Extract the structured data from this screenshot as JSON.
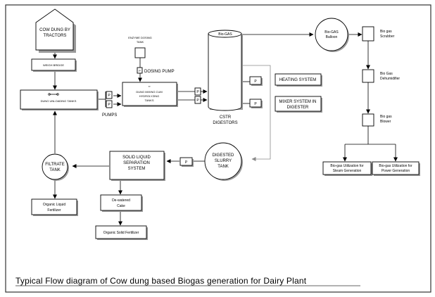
{
  "labels": {
    "cow_dung": [
      "COW DUNG  BY",
      "TRACTORS"
    ],
    "weigh_bridge": "WEIGH BRIDGE",
    "dung_unloading": "DUNG UNLOADING TANKS",
    "enzyme_tank": [
      "ENZYME DOSING",
      "TANK"
    ],
    "dosing_pump": "DOSING PUMP",
    "dung_mixing": [
      "DUNG MIXING CUM",
      "HYDROLYZING",
      "TANKS"
    ],
    "pumps": "PUMPS",
    "bio_gas_top": "Bio-GAS",
    "cstr": [
      "CSTR",
      "DIGESTORS"
    ],
    "heating": "HEATING SYSTEM",
    "mixer": [
      "MIXER SYSTEM IN",
      "DIGESTER"
    ],
    "balloon": [
      "Bio-GAS",
      "Balloon"
    ],
    "scrubber": [
      "Bio gas",
      "Scrubber"
    ],
    "dehumidifier": [
      "Bio Gas",
      "Dehumidifier"
    ],
    "blower": [
      "Bio gas",
      "Blower"
    ],
    "steam": [
      "Bio-gas Utilization for",
      "Steam Generation"
    ],
    "power": [
      "Bio-gas Utilization for",
      "Power Generation"
    ],
    "digested": [
      "DIGESTED",
      "SLURRY",
      "TANK"
    ],
    "solid_liquid": [
      "SOLID LIQUID",
      "SEPARATION",
      "SYSTEM"
    ],
    "filtrate": [
      "FILTRATE",
      "TANK"
    ],
    "liquid_fert": [
      "Organic Liquid",
      "Fertilizer"
    ],
    "dewatered": [
      "De-watered",
      "Cake"
    ],
    "solid_fert": "Organic Solid Fertilizer",
    "pump_symbol": "P",
    "title": "Typical Flow diagram of Cow dung based Biogas generation for Dairy Plant"
  }
}
